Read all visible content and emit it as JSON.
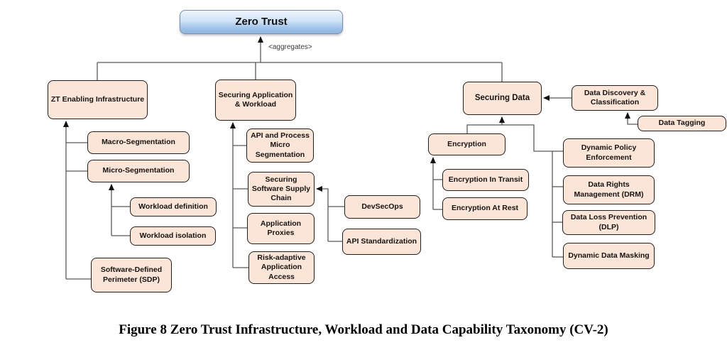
{
  "diagram": {
    "relationship_label": "<aggregates>",
    "nodes": {
      "zero_trust": "Zero Trust",
      "zt_enabling_infrastructure": "ZT Enabling Infrastructure",
      "macro_segmentation": "Macro-Segmentation",
      "micro_segmentation": "Micro-Segmentation",
      "workload_definition": "Workload definition",
      "workload_isolation": "Workload isolation",
      "software_defined_perimeter": "Software-Defined Perimeter (SDP)",
      "securing_application_workload": "Securing Application & Workload",
      "api_process_micro_segmentation": "API and Process Micro Segmentation",
      "securing_software_supply_chain": "Securing Software Supply Chain",
      "application_proxies": "Application Proxies",
      "risk_adaptive_application_access": "Risk-adaptive Application Access",
      "devsecops": "DevSecOps",
      "api_standardization": "API Standardization",
      "securing_data": "Securing Data",
      "encryption": "Encryption",
      "encryption_in_transit": "Encryption In Transit",
      "encryption_at_rest": "Encryption At Rest",
      "data_discovery_classification": "Data Discovery & Classification",
      "data_tagging": "Data Tagging",
      "dynamic_policy_enforcement": "Dynamic Policy Enforcement",
      "data_rights_management": "Data Rights Management (DRM)",
      "data_loss_prevention": "Data Loss Prevention (DLP)",
      "dynamic_data_masking": "Dynamic Data Masking"
    },
    "hierarchy": {
      "Zero Trust": [
        "ZT Enabling Infrastructure",
        "Securing Application & Workload",
        "Securing Data"
      ],
      "ZT Enabling Infrastructure": [
        "Macro-Segmentation",
        "Micro-Segmentation",
        "Software-Defined Perimeter (SDP)"
      ],
      "Micro-Segmentation": [
        "Workload definition",
        "Workload isolation"
      ],
      "Securing Application & Workload": [
        "API and Process Micro Segmentation",
        "Securing Software Supply Chain",
        "Application Proxies",
        "Risk-adaptive Application Access"
      ],
      "Securing Software Supply Chain": [
        "DevSecOps",
        "API Standardization"
      ],
      "Securing Data": [
        "Encryption",
        "Dynamic Policy Enforcement",
        "Data Rights Management (DRM)",
        "Data Loss Prevention (DLP)",
        "Dynamic Data Masking",
        "Data Discovery & Classification"
      ],
      "Encryption": [
        "Encryption In Transit",
        "Encryption At Rest"
      ],
      "Data Discovery & Classification": [
        "Data Tagging"
      ]
    },
    "colors": {
      "node_fill": "#fbe5d6",
      "node_border": "#1f1f1f",
      "root_fill_top": "#eef5fd",
      "root_fill_bottom": "#8db7e4",
      "connector": "#595959",
      "arrowhead": "#111111"
    }
  },
  "caption": "Figure 8 Zero Trust Infrastructure, Workload and Data Capability Taxonomy (CV-2)"
}
